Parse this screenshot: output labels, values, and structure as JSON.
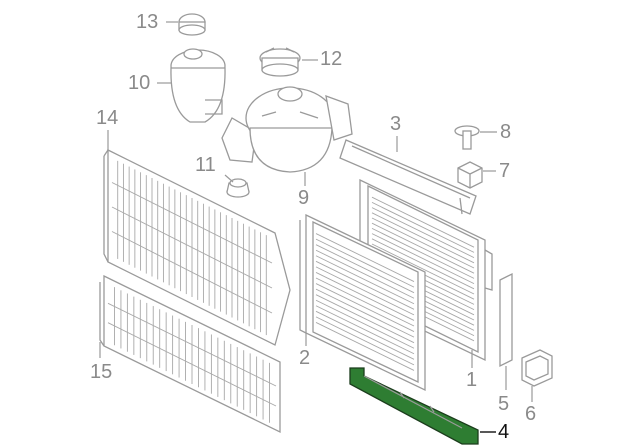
{
  "callouts": [
    {
      "id": "13",
      "text": "13"
    },
    {
      "id": "12",
      "text": "12"
    },
    {
      "id": "10",
      "text": "10"
    },
    {
      "id": "14",
      "text": "14"
    },
    {
      "id": "3",
      "text": "3"
    },
    {
      "id": "8",
      "text": "8"
    },
    {
      "id": "11",
      "text": "11"
    },
    {
      "id": "7",
      "text": "7"
    },
    {
      "id": "9",
      "text": "9"
    },
    {
      "id": "2",
      "text": "2"
    },
    {
      "id": "15",
      "text": "15"
    },
    {
      "id": "1",
      "text": "1"
    },
    {
      "id": "5",
      "text": "5"
    },
    {
      "id": "6",
      "text": "6"
    },
    {
      "id": "4",
      "text": "4"
    }
  ],
  "highlight": {
    "part": "4",
    "color": "#2e7d32"
  }
}
